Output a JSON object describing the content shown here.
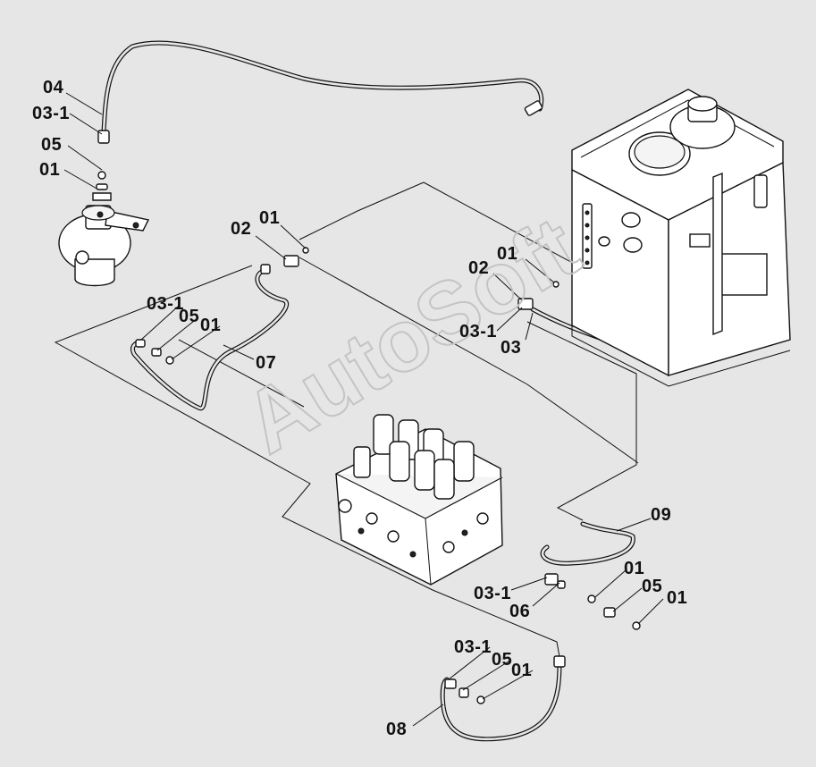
{
  "watermark": "AutoSoft",
  "labels": {
    "top_04": "04",
    "top_03_1": "03-1",
    "top_05": "05",
    "top_01": "01",
    "mid_01": "01",
    "mid_02": "02",
    "tank_01": "01",
    "tank_02": "02",
    "tank_03_1": "03-1",
    "tank_03": "03",
    "left_03_1": "03-1",
    "left_05": "05",
    "left_01": "01",
    "left_07": "07",
    "r_09": "09",
    "r_01a": "01",
    "r_05": "05",
    "r_01b": "01",
    "r_03_1": "03-1",
    "r_06": "06",
    "b_03_1": "03-1",
    "b_05": "05",
    "b_01": "01",
    "b_08": "08"
  }
}
